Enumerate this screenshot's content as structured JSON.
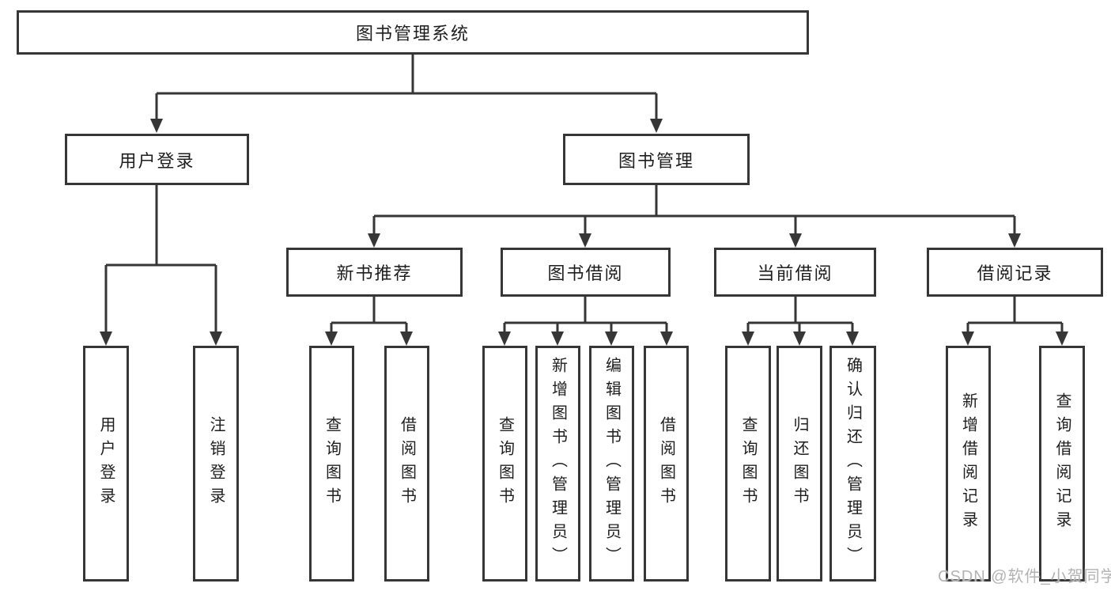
{
  "diagram": {
    "root": {
      "label": "图书管理系统"
    },
    "branches": [
      {
        "label": "用户登录",
        "children": [
          {
            "label": "用户登录"
          },
          {
            "label": "注销登录"
          }
        ]
      },
      {
        "label": "图书管理",
        "children": [
          {
            "label": "新书推荐",
            "children": [
              {
                "label": "查询图书"
              },
              {
                "label": "借阅图书"
              }
            ]
          },
          {
            "label": "图书借阅",
            "children": [
              {
                "label": "查询图书"
              },
              {
                "label": "新增图书（管理员）"
              },
              {
                "label": "编辑图书（管理员）"
              },
              {
                "label": "借阅图书"
              }
            ]
          },
          {
            "label": "当前借阅",
            "children": [
              {
                "label": "查询图书"
              },
              {
                "label": "归还图书"
              },
              {
                "label": "确认归还（管理员）"
              }
            ]
          },
          {
            "label": "借阅记录",
            "children": [
              {
                "label": "新增借阅记录"
              },
              {
                "label": "查询借阅记录"
              }
            ]
          }
        ]
      }
    ]
  },
  "colors": {
    "line": "#363636",
    "box_border": "#363636",
    "text": "#1e1e1e",
    "watermark": "#b3b3b3",
    "background": "#ffffff"
  },
  "watermark": {
    "text": "CSDN @软件_小贺同学"
  }
}
